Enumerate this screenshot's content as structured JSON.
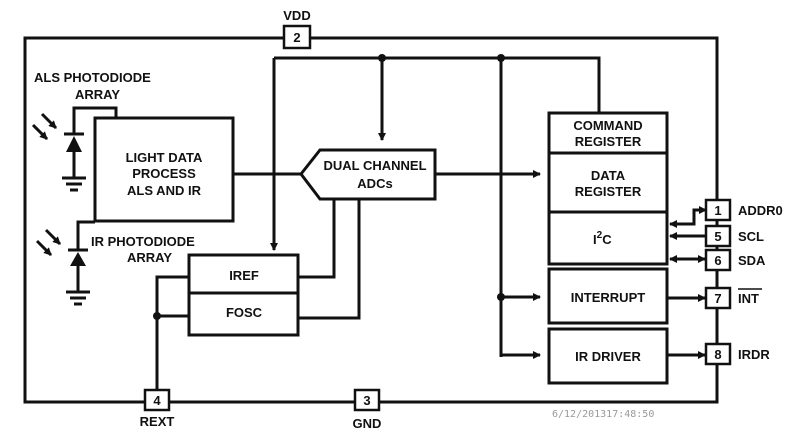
{
  "diagram": {
    "title": "ALS/IR sensor block diagram",
    "blocks": {
      "light_process": [
        "LIGHT DATA",
        "PROCESS",
        "ALS AND IR"
      ],
      "adc": [
        "DUAL CHANNEL",
        "ADCs"
      ],
      "command_register": [
        "COMMAND",
        "REGISTER"
      ],
      "data_register": [
        "DATA",
        "REGISTER"
      ],
      "i2c": {
        "main": "I",
        "sup": "2",
        "tail": "C"
      },
      "iref": "IREF",
      "fosc": "FOSC",
      "interrupt": "INTERRUPT",
      "ir_driver": "IR DRIVER"
    },
    "labels": {
      "als_photodiode": [
        "ALS PHOTODIODE",
        "ARRAY"
      ],
      "ir_photodiode": [
        "IR PHOTODIODE",
        "ARRAY"
      ]
    },
    "pins": [
      {
        "number": "2",
        "name": "VDD"
      },
      {
        "number": "1",
        "name": "ADDR0"
      },
      {
        "number": "5",
        "name": "SCL"
      },
      {
        "number": "6",
        "name": "SDA"
      },
      {
        "number": "7",
        "name": "INT",
        "overline": true
      },
      {
        "number": "8",
        "name": "IRDR"
      },
      {
        "number": "4",
        "name": "REXT"
      },
      {
        "number": "3",
        "name": "GND"
      }
    ],
    "timestamp": "6/12/201317:48:50"
  }
}
